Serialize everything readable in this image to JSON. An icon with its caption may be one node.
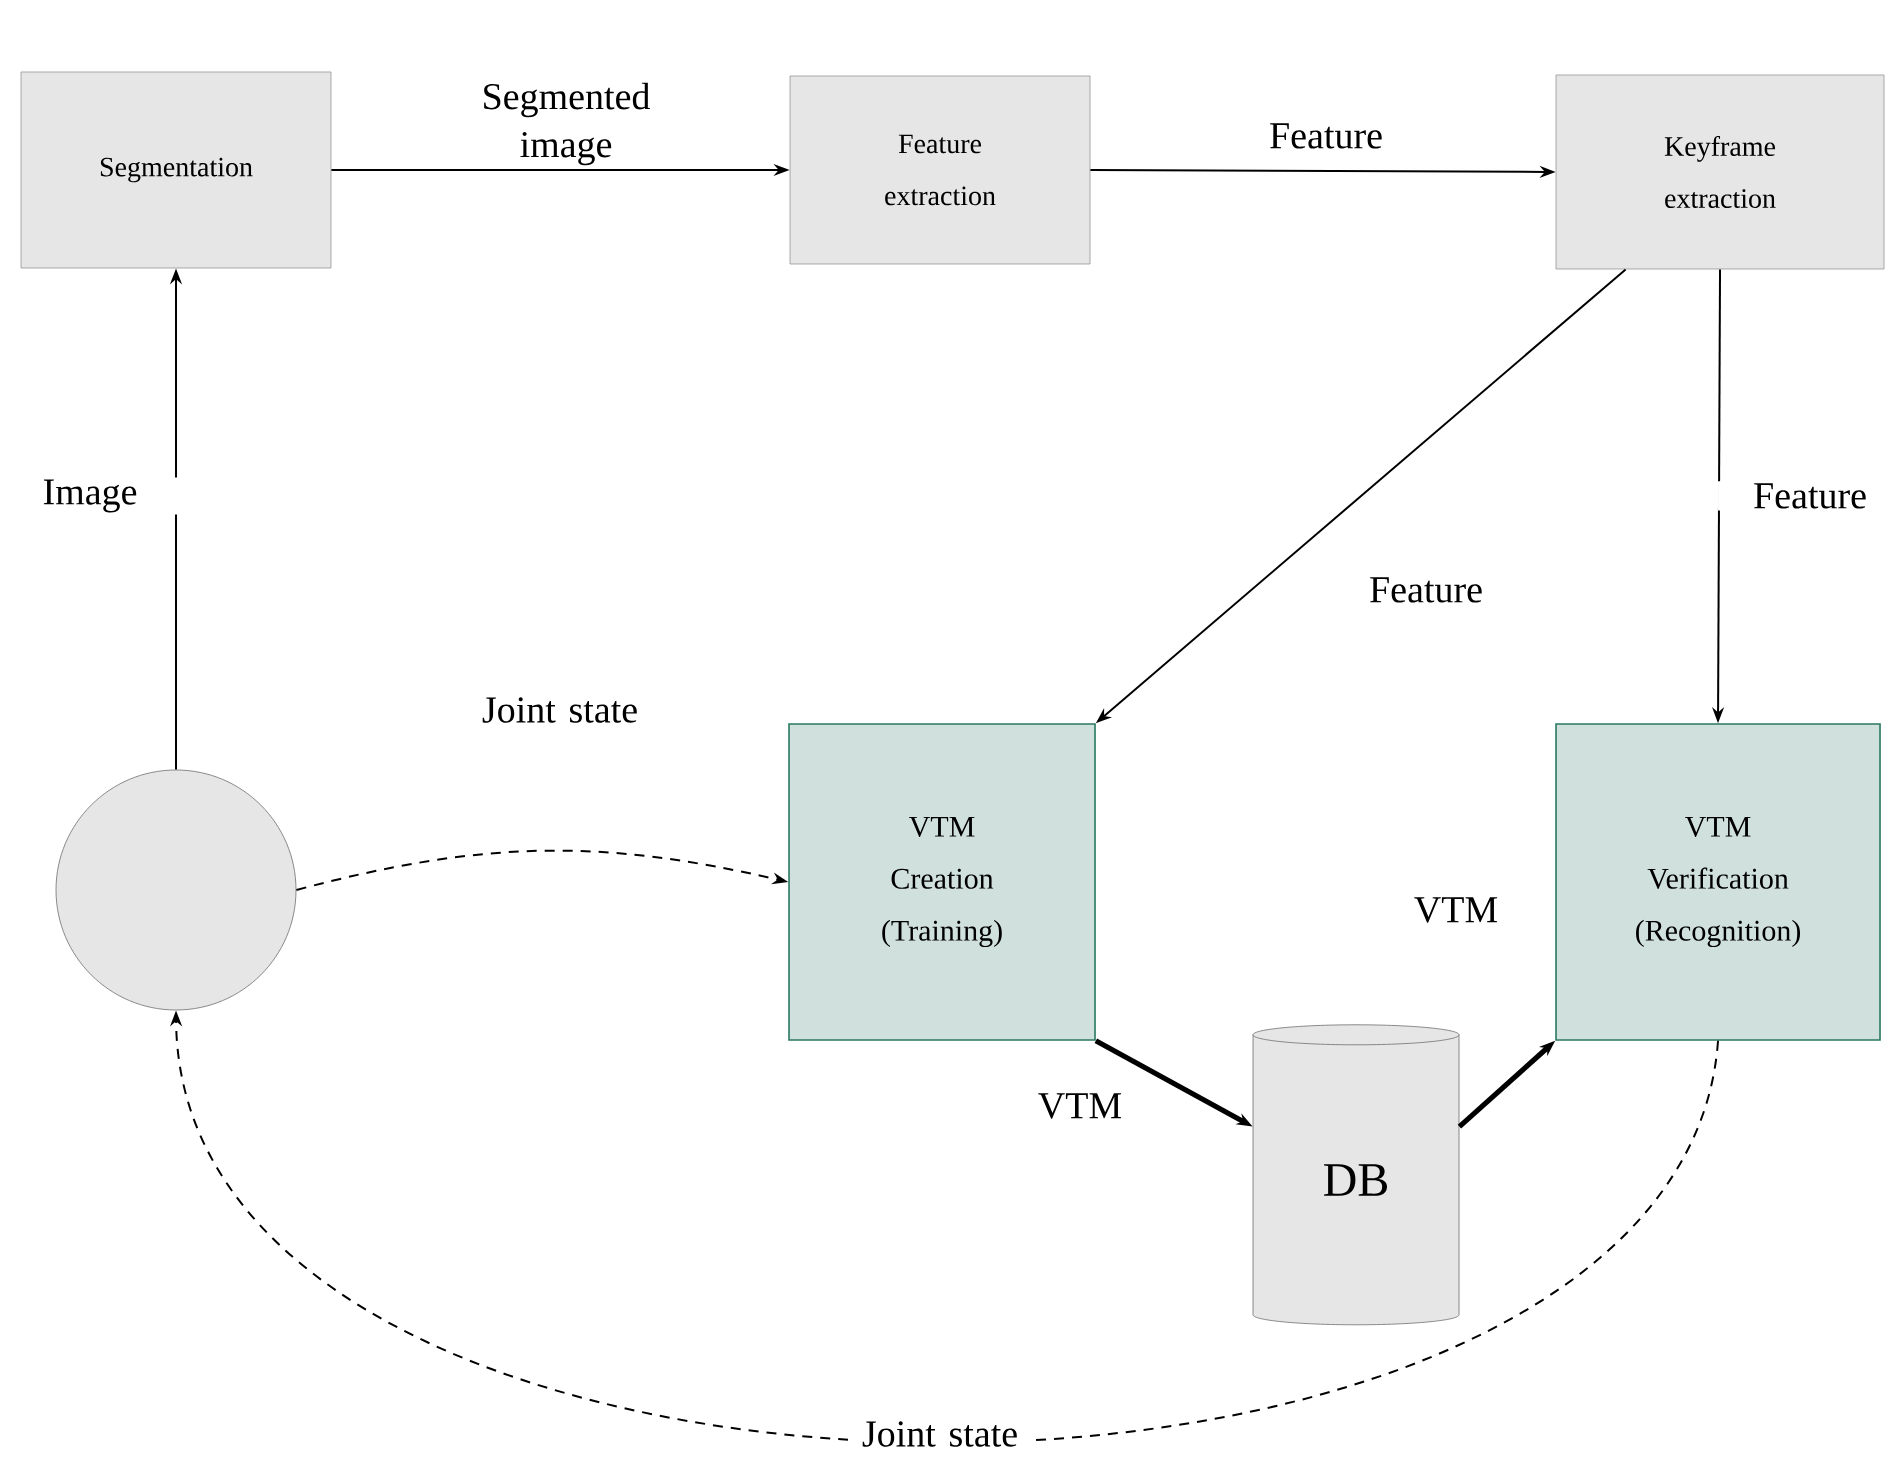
{
  "diagram": {
    "nodes": [
      {
        "text": [
          "Segmentation"
        ]
      },
      {
        "text": [
          "Feature extraction"
        ]
      },
      {
        "text": [
          "Keyframe extraction"
        ]
      },
      {
        "text": [],
        "shape": "circle"
      },
      {
        "text": [
          "VTM Creation (Training)"
        ]
      },
      {
        "text": [
          "VTM Verification (Recognition)"
        ]
      },
      {
        "text": [
          "DB"
        ]
      }
    ],
    "edges": [
      {
        "from": 0,
        "to": 1,
        "arrow": "to",
        "label": "Segmented image"
      },
      {
        "from": 1,
        "to": 2,
        "arrow": "to",
        "label": "Feature"
      },
      {
        "from": 3,
        "to": 0,
        "arrow": "to",
        "label": "Image"
      },
      {
        "from": 2,
        "to": 4,
        "arrow": "to",
        "label": "Feature"
      },
      {
        "from": 2,
        "to": 5,
        "arrow": "to",
        "label": "Feature"
      },
      {
        "from": 3,
        "to": 4,
        "arrow": "to",
        "label": "Joint state",
        "style": "dashed"
      },
      {
        "from": 4,
        "to": 6,
        "arrow": "to",
        "label": "VTM",
        "style": "thick"
      },
      {
        "from": 6,
        "to": 5,
        "arrow": "to",
        "label": "VTM",
        "style": "thick"
      },
      {
        "from": 5,
        "to": 3,
        "arrow": "to",
        "label": "Joint state",
        "style": "dashed"
      }
    ]
  }
}
